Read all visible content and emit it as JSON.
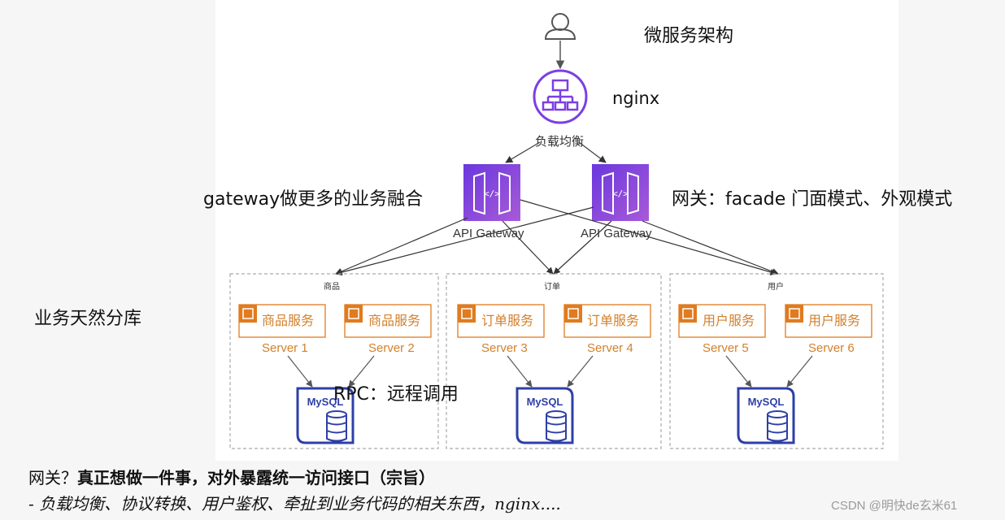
{
  "title": "微服务架构",
  "nginx_label": "nginx",
  "load_balancer_label": "负载均衡",
  "gateway_note": "gateway做更多的业务融合",
  "gateway_label": "API Gateway",
  "facade_note": "网关：facade 门面模式、外观模式",
  "split_note": "业务天然分库",
  "rpc_note": "RPC：远程调用",
  "groups": [
    {
      "name": "商品",
      "service": "商品服务",
      "servers": [
        "Server 1",
        "Server 2"
      ]
    },
    {
      "name": "订单",
      "service": "订单服务",
      "servers": [
        "Server 3",
        "Server 4"
      ]
    },
    {
      "name": "用户",
      "service": "用户服务",
      "servers": [
        "Server 5",
        "Server 6"
      ]
    }
  ],
  "db_label": "MySQL",
  "bottom": {
    "line1_prefix": "网关？",
    "line1_bold": "真正想做一件事，对外暴露统一访问接口（宗旨）",
    "line2": "- 负载均衡、协议转换、用户鉴权、牵扯到业务代码的相关东西，nginx...."
  },
  "watermark": "CSDN @明快de玄米61",
  "colors": {
    "purple": "#7b3fe4",
    "orange": "#e07b1f",
    "mysql_blue": "#2e3fa7",
    "dashed": "#aaaaaa"
  }
}
